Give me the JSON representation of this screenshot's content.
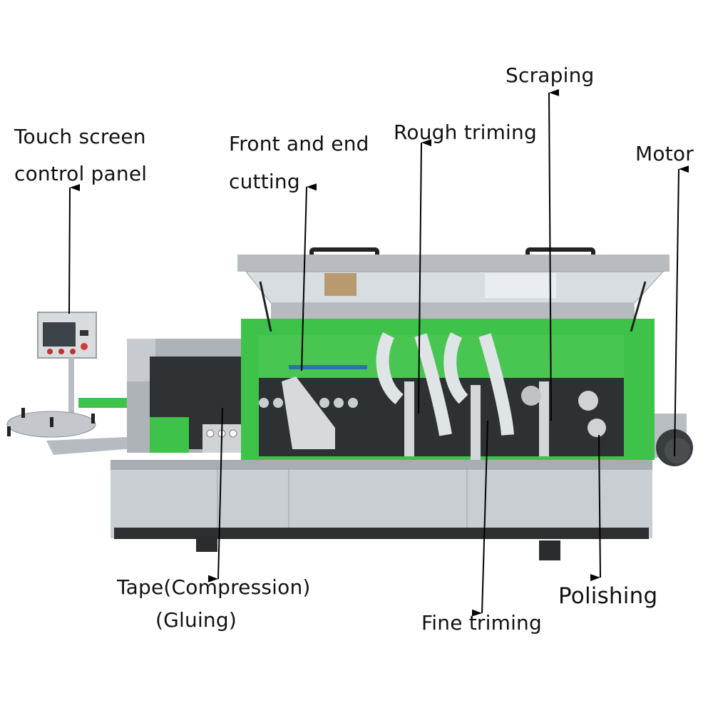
{
  "diagram": {
    "subject": "Edge banding machine",
    "colors": {
      "machine_green": "#3ec24a",
      "body_gray": "#c9ced3",
      "dark_panel": "#2e3133",
      "cover_gray": "#b8bcc0",
      "label_text": "#111111",
      "arrow": "#000000"
    }
  },
  "labels": [
    {
      "id": "touch-screen",
      "lines": [
        "Touch screen",
        "control panel"
      ]
    },
    {
      "id": "front-end-cutting",
      "lines": [
        "Front and end",
        "cutting"
      ]
    },
    {
      "id": "rough-trimming",
      "lines": [
        "Rough triming"
      ]
    },
    {
      "id": "scraping",
      "lines": [
        "Scraping"
      ]
    },
    {
      "id": "motor",
      "lines": [
        "Motor"
      ]
    },
    {
      "id": "tape-gluing",
      "lines": [
        "Tape(Compression)",
        "(Gluing)"
      ]
    },
    {
      "id": "fine-trimming",
      "lines": [
        "Fine triming"
      ]
    },
    {
      "id": "polishing",
      "lines": [
        "Polishing"
      ]
    }
  ]
}
